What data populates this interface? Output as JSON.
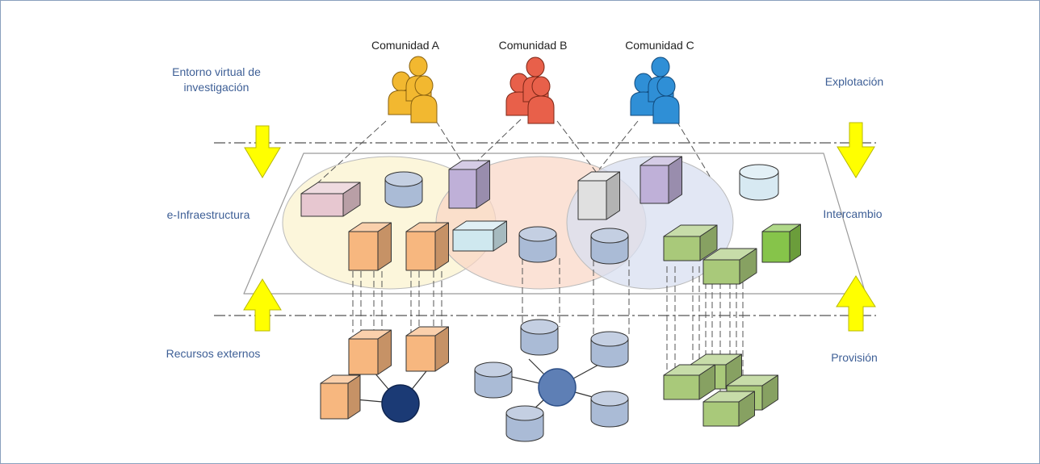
{
  "labels": {
    "community_a": "Comunidad A",
    "community_b": "Comunidad B",
    "community_c": "Comunidad C",
    "vre_line1": "Entorno virtual de",
    "vre_line2": "investigación",
    "einfra": "e-Infraestructura",
    "external": "Recursos externos",
    "exploitation": "Explotación",
    "exchange": "Intercambio",
    "provision": "Provisión"
  },
  "colors": {
    "label_blue": "#3e5f96",
    "arrow_yellow": "#ffff00",
    "community_a": "#f2b830",
    "community_b": "#e8604a",
    "community_c": "#2f8fd6",
    "circle_a": "#fbf3cf",
    "circle_b": "#f9d5c4",
    "circle_c": "#d8dff0",
    "orange_box": "#f7b77f",
    "green_box": "#a9c97a",
    "db_blue": "#aabbd6",
    "hub_dark": "#1b3a75",
    "hub_mid": "#5e7fb5"
  },
  "icons": [
    "people-group-icon",
    "arrow-down-icon",
    "arrow-up-icon",
    "server-box-icon",
    "database-cylinder-icon",
    "network-hub-icon"
  ]
}
